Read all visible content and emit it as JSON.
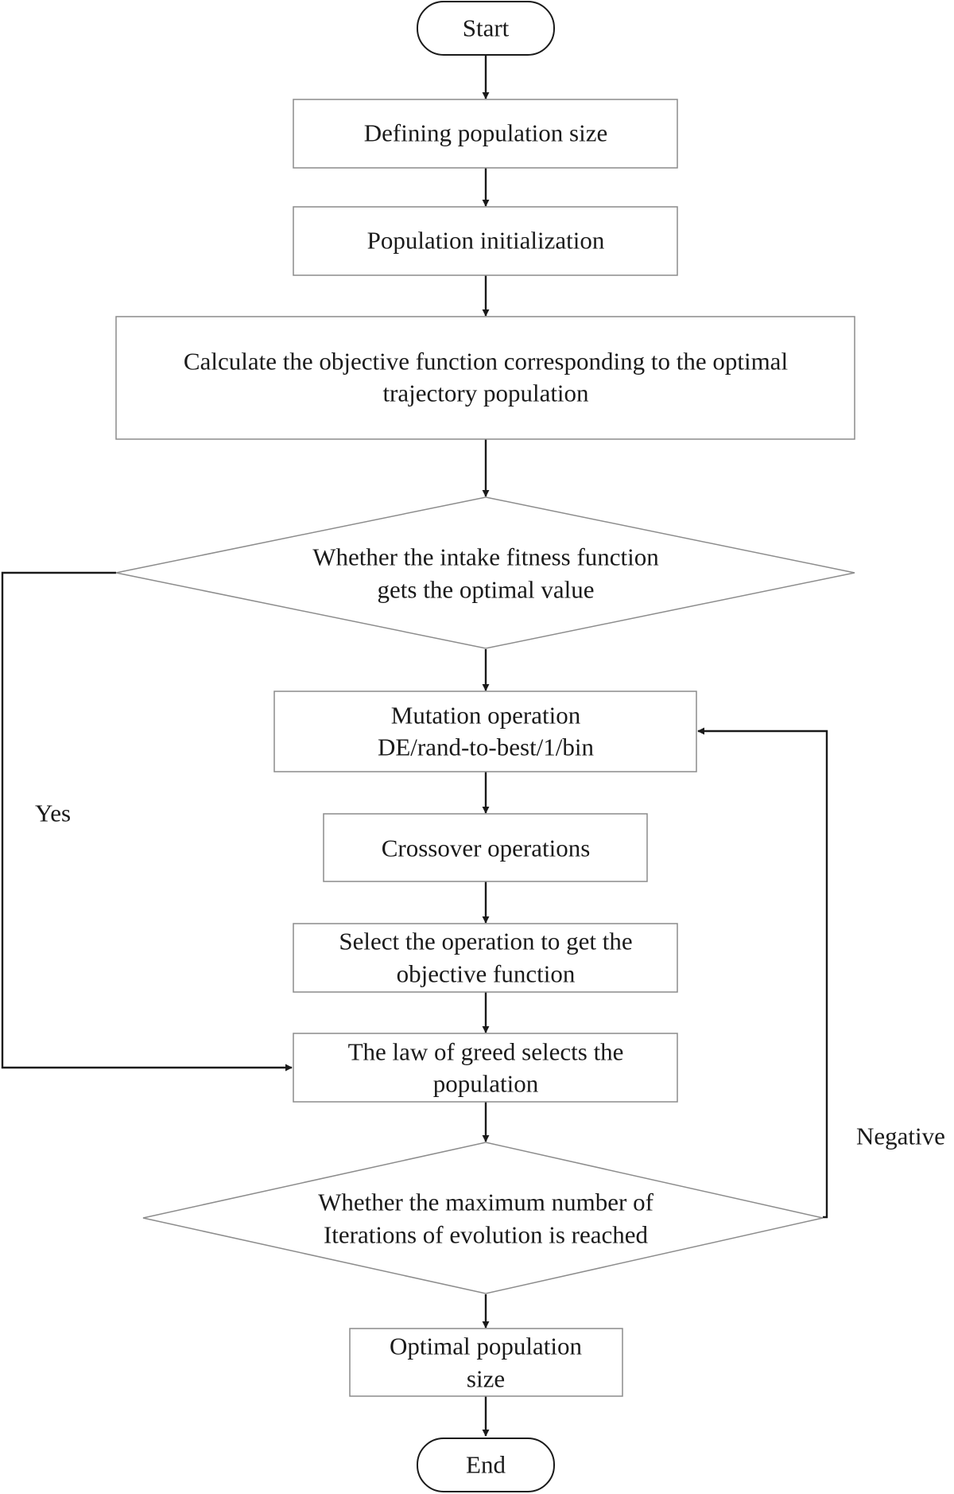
{
  "nodes": {
    "start": "Start",
    "define_size": "Defining population size",
    "init": "Population initialization",
    "calc_line1": "Calculate the objective function corresponding to the optimal",
    "calc_line2": "trajectory population",
    "fitness_line1": "Whether the intake fitness function",
    "fitness_line2": "gets the optimal value",
    "mutation_line1": "Mutation operation",
    "mutation_line2": "DE/rand-to-best/1/bin",
    "crossover": "Crossover operations",
    "select_line1": "Select the operation to get the",
    "select_line2": "objective function",
    "greed_line1": "The law of greed selects the",
    "greed_line2": "population",
    "maxiter_line1": "Whether the maximum number of",
    "maxiter_line2": "Iterations  of evolution is reached",
    "optimal_line1": "Optimal population",
    "optimal_line2": "size",
    "end": "End"
  },
  "edge_labels": {
    "yes": "Yes",
    "negative": "Negative"
  },
  "colors": {
    "line": "#1a1a1a",
    "box_border": "#8c8c8c",
    "background": "#ffffff"
  }
}
